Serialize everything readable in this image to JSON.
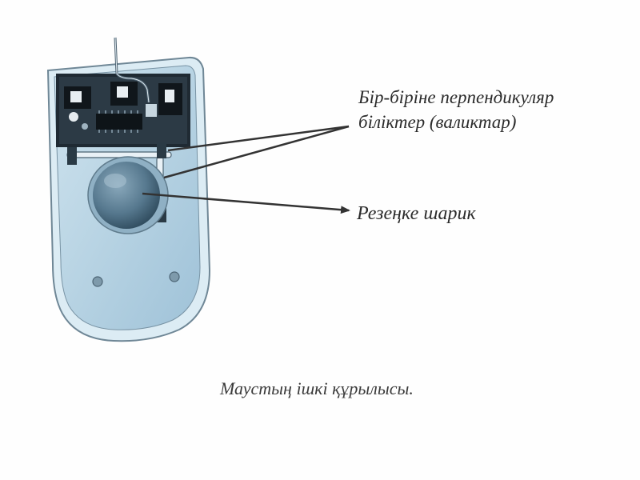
{
  "figure": {
    "labels": {
      "axes_line1": "Бір-біріне перпендикуляр",
      "axes_line2": "біліктер (валиктар)",
      "ball": "Резеңке шарик"
    },
    "caption": "Маустың ішкі құрылысы."
  }
}
